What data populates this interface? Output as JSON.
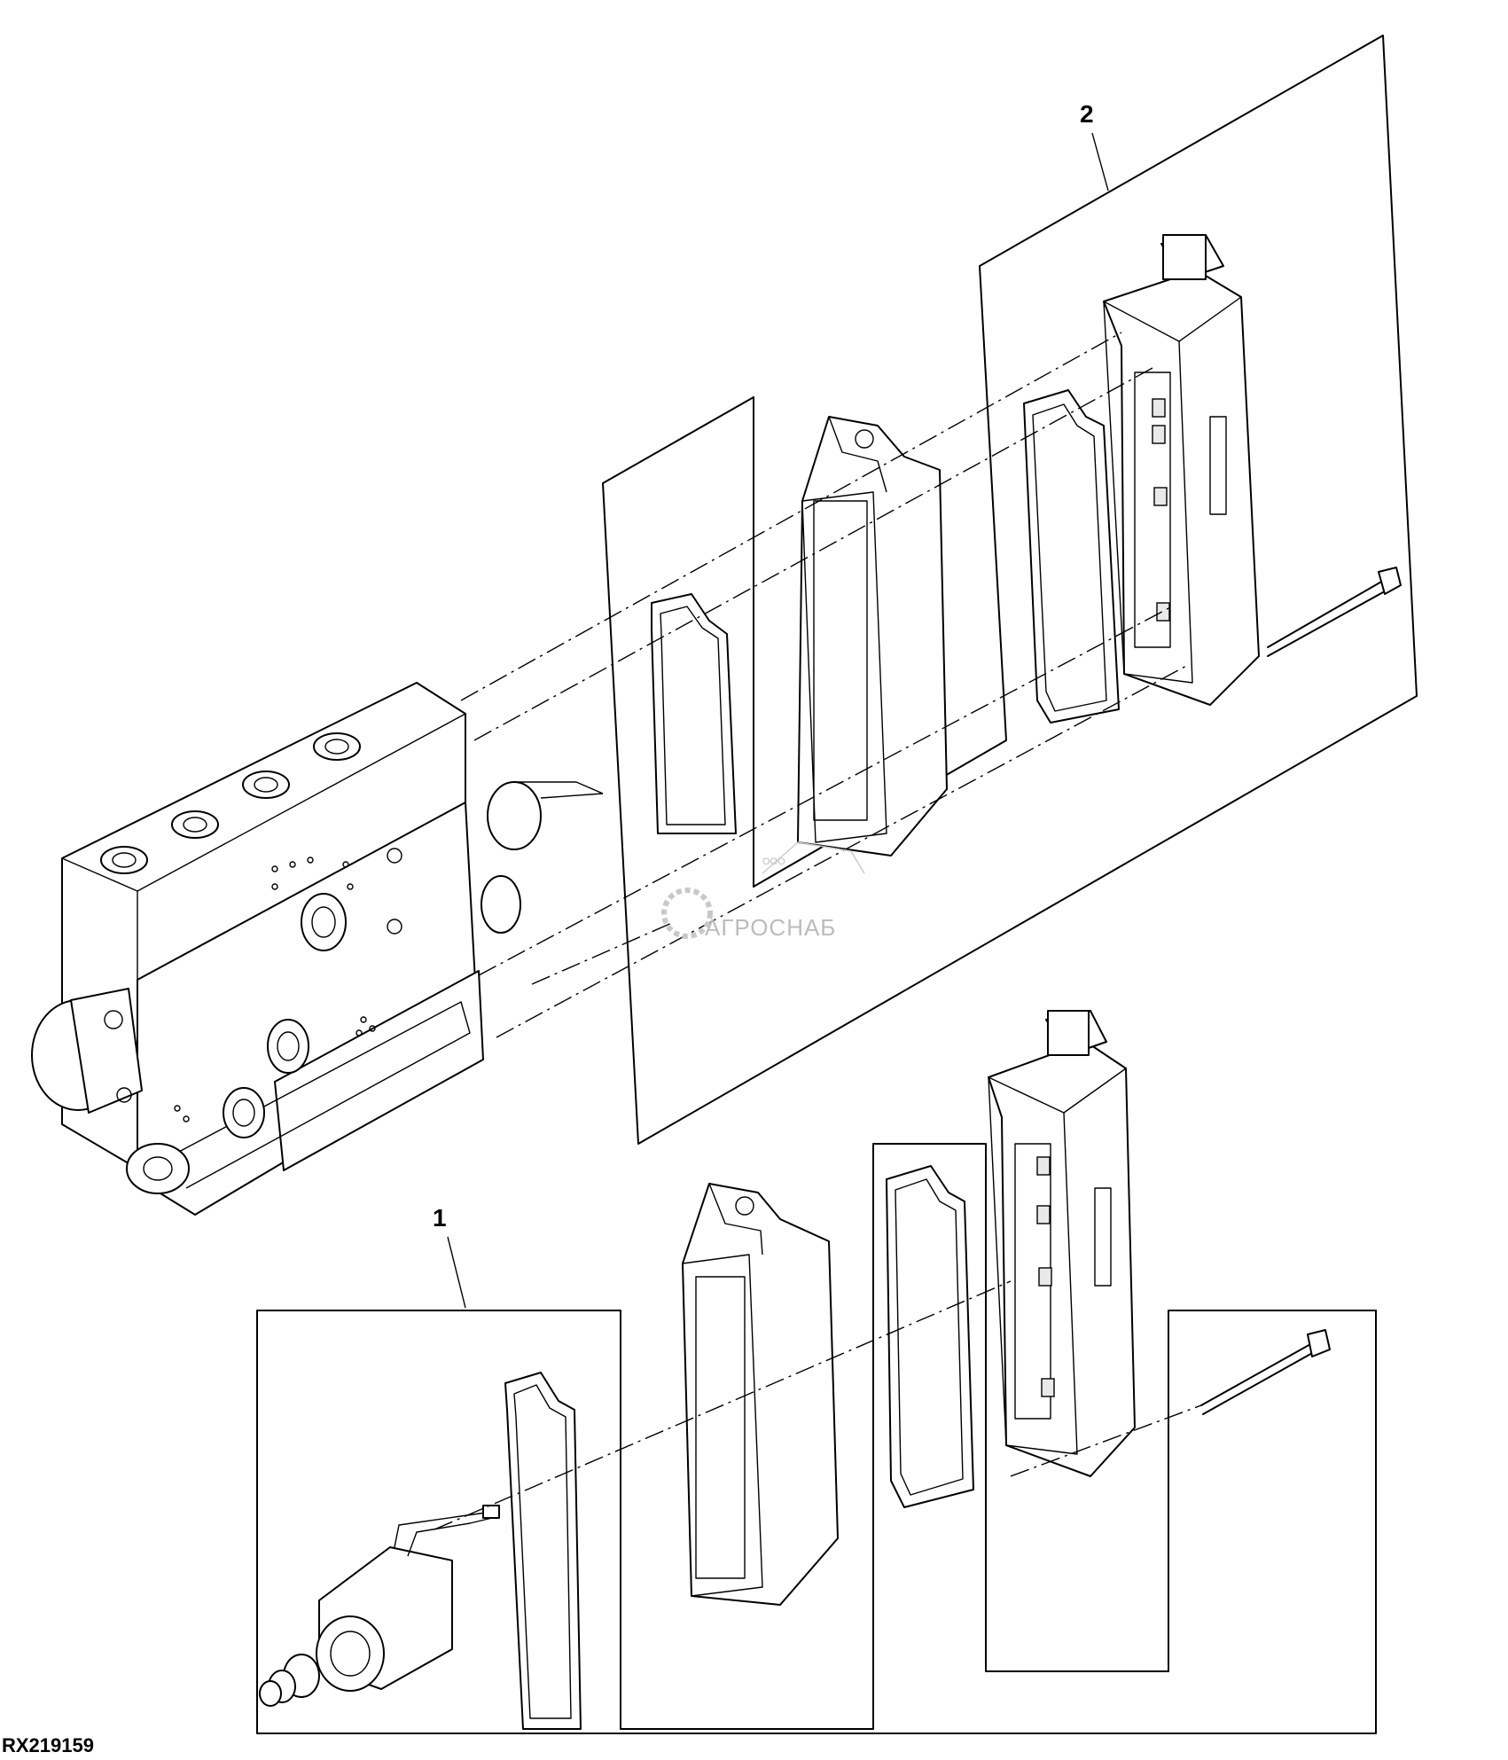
{
  "callouts": {
    "item_1": "1",
    "item_2": "2"
  },
  "figure_code": "RX219159",
  "watermark": {
    "company_prefix": "ООО",
    "company_name": "АГРОСНАБ"
  }
}
